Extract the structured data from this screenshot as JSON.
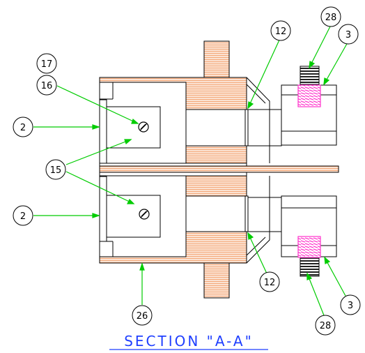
{
  "title": "SECTION \"A-A\"",
  "colors": {
    "outline": "#000000",
    "leader": "#00cc00",
    "wood": "#f4a97a",
    "woodBg": "#fbe2d2",
    "screw": "#ff33cc",
    "title": "#1f3fff"
  },
  "callouts": {
    "c17": "17",
    "c16": "16",
    "c15": "15",
    "c2_top": "2",
    "c2_bottom": "2",
    "c12_top": "12",
    "c12_bottom": "12",
    "c28_top": "28",
    "c28_bottom": "28",
    "c3_top": "3",
    "c3_bottom": "3",
    "c26": "26"
  }
}
